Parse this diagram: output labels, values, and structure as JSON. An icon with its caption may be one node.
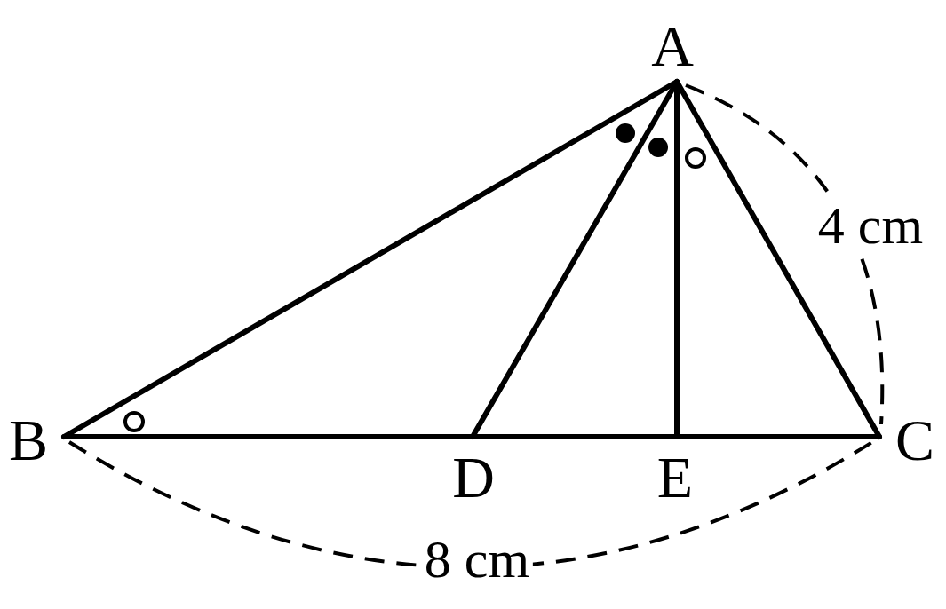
{
  "diagram": {
    "labels": [
      "A",
      "B",
      "C",
      "D",
      "E",
      "4 cm",
      "8 cm"
    ]
  }
}
